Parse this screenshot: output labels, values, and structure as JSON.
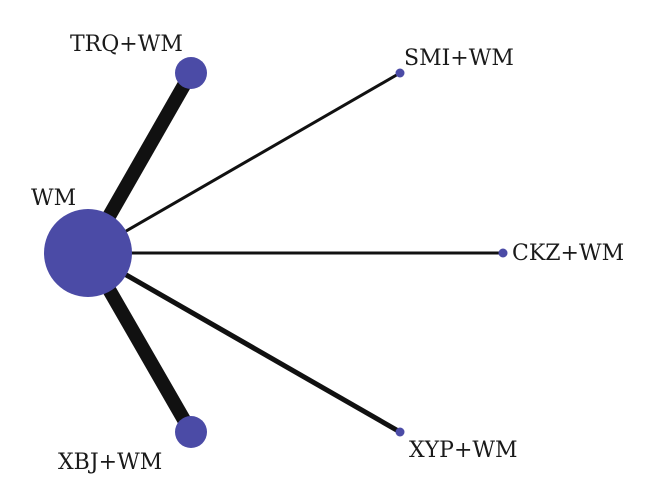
{
  "network": {
    "center": "WM",
    "nodes": [
      {
        "id": "wm",
        "label": "WM",
        "size": "large"
      },
      {
        "id": "trq",
        "label": "TRQ+WM",
        "size": "medium"
      },
      {
        "id": "smi",
        "label": "SMI+WM",
        "size": "small"
      },
      {
        "id": "ckz",
        "label": "CKZ+WM",
        "size": "small"
      },
      {
        "id": "xyp",
        "label": "XYP+WM",
        "size": "small"
      },
      {
        "id": "xbj",
        "label": "XBJ+WM",
        "size": "medium"
      }
    ],
    "edges": [
      {
        "from": "wm",
        "to": "trq",
        "weight": "thick"
      },
      {
        "from": "wm",
        "to": "smi",
        "weight": "thin"
      },
      {
        "from": "wm",
        "to": "ckz",
        "weight": "thin"
      },
      {
        "from": "wm",
        "to": "xyp",
        "weight": "medium"
      },
      {
        "from": "wm",
        "to": "xbj",
        "weight": "thick"
      }
    ]
  },
  "colors": {
    "node_fill": "#4b4ba6",
    "edge": "#111111"
  }
}
